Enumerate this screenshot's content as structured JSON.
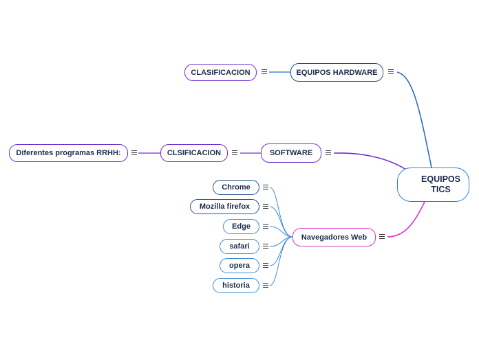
{
  "map": {
    "root": {
      "label": "EQUIPOS TICS"
    },
    "hardware": {
      "label": "EQUIPOS HARDWARE",
      "child": "CLASIFICACION"
    },
    "software": {
      "label": "SOFTWARE",
      "child": "CLSIFICACION",
      "grandchild": "Diferentes programas RRHH:"
    },
    "navegadores": {
      "label": "Navegadores Web",
      "items": [
        "Chrome",
        "Mozilla firefox",
        "Edge",
        "safari",
        "opera",
        "historia"
      ]
    }
  },
  "colors": {
    "hardware_branch": "#2b69cc",
    "software_branch": "#6b2fcc",
    "navegadores_branch": "#d636c8",
    "leaf_branch": "#3a8ad6"
  },
  "icons": {
    "node_menu": "hamburger-menu-icon"
  }
}
